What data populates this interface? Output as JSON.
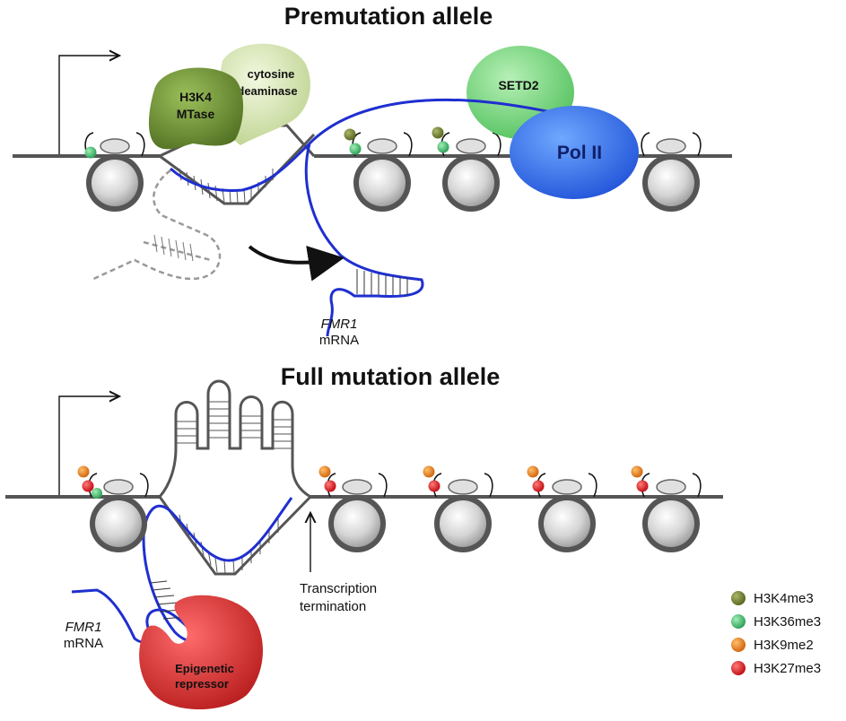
{
  "top": {
    "title": "Premutation allele",
    "proteins": {
      "h3k4_mtase_line1": "H3K4",
      "h3k4_mtase_line2": "MTase",
      "deaminase_line1": "cytosine",
      "deaminase_line2": "deaminase",
      "setd2": "SETD2",
      "pol2": "Pol II"
    },
    "mrna_gene": "FMR1",
    "mrna_word": "mRNA"
  },
  "bottom": {
    "title": "Full mutation allele",
    "repressor_line1": "Epigenetic",
    "repressor_line2": "repressor",
    "termination_line1": "Transcription",
    "termination_line2": "termination",
    "mrna_gene": "FMR1",
    "mrna_word": "mRNA"
  },
  "legend": [
    {
      "label": "H3K4me3",
      "color": "#6b7a2a"
    },
    {
      "label": "H3K36me3",
      "color": "#3cb371"
    },
    {
      "label": "H3K9me2",
      "color": "#e8790e"
    },
    {
      "label": "H3K27me3",
      "color": "#e0141c"
    }
  ],
  "colors": {
    "dna": "#555555",
    "rna": "#1f2fd0",
    "pol2": "#2f6fe8",
    "setd2": "#7ad67a",
    "mtase": "#5a7a28",
    "deaminase": "#c8dca0",
    "repressor": "#d22222"
  }
}
